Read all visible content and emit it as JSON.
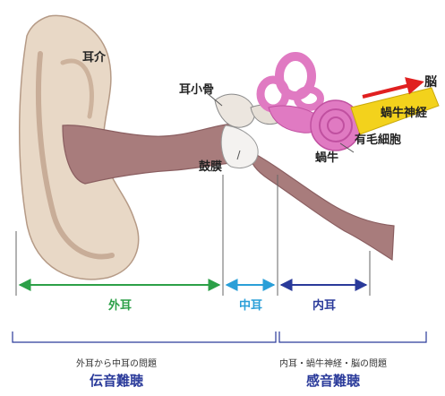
{
  "labels": {
    "auricle": "耳介",
    "ossicles": "耳小骨",
    "brain": "脳",
    "cochlear_nerve": "蝸牛神経",
    "hair_cells": "有毛細胞",
    "cochlea": "蝸牛",
    "eardrum": "鼓膜"
  },
  "sections": {
    "outer": "外耳",
    "middle": "中耳",
    "inner": "内耳"
  },
  "captions": {
    "conductive_desc": "外耳から中耳の問題",
    "conductive_title": "伝音難聴",
    "sensorineural_desc": "内耳・蝸牛神経・脳の問題",
    "sensorineural_title": "感音難聴"
  },
  "colors": {
    "skin_outer": "#e8d8c6",
    "canal": "#a87c7c",
    "canal_dark": "#8a5e60",
    "labyrinth": "#e07ac2",
    "labyrinth_dark": "#c050a0",
    "nerve": "#f3d21c",
    "arrow_red": "#e02020",
    "outer_green": "#2ca048",
    "middle_blue": "#2a9fd8",
    "inner_navy": "#2a3a9a",
    "bracket": "#2a3a9a"
  }
}
